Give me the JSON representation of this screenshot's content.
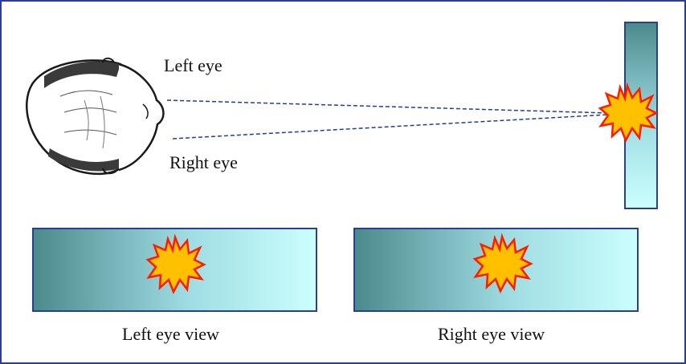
{
  "labels": {
    "left_eye": "Left eye",
    "right_eye": "Right eye",
    "left_eye_view": "Left eye view",
    "right_eye_view": "Right eye view"
  },
  "colors": {
    "frame_border": "#2a3f8f",
    "screen_dark": "#4a8a8c",
    "screen_light": "#ccffff",
    "star_fill": "#ffc000",
    "star_stroke": "#ff1a00",
    "sightline": "#1f3f8f",
    "head_outline": "#1a1a1a",
    "hair": "#3a3a3a"
  },
  "icons": {
    "head": "head-top-view-icon",
    "star": "burst-star-icon"
  }
}
